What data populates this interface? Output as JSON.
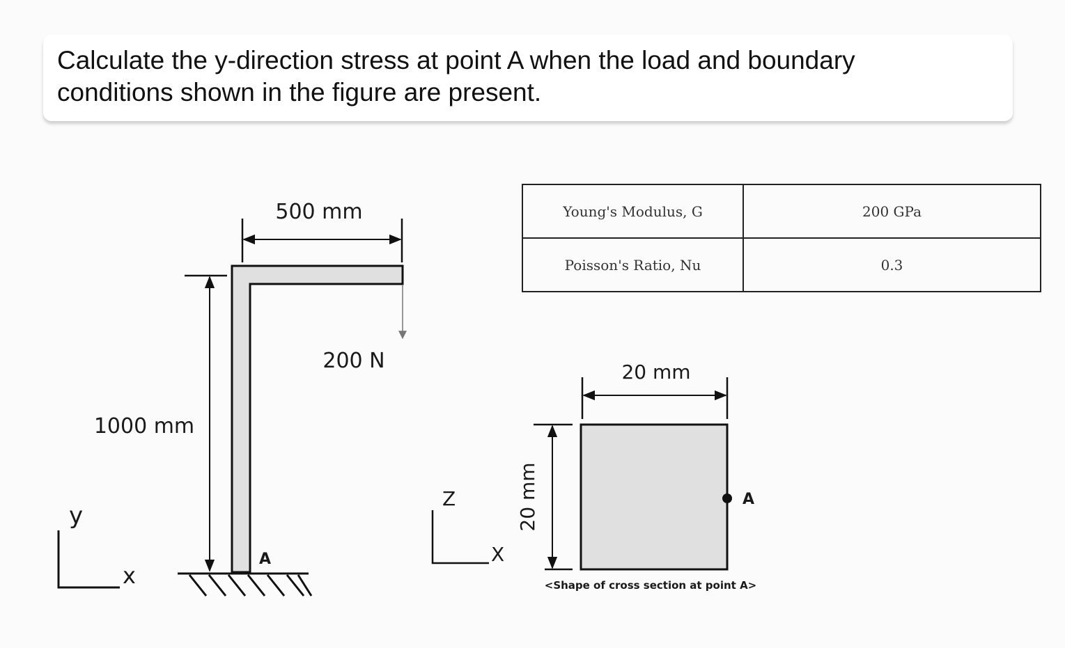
{
  "question": {
    "text": "Calculate the y-direction stress at point A when the load and boundary conditions shown in the figure are present."
  },
  "frame_figure": {
    "horizontal_length": "500 mm",
    "vertical_length": "1000 mm",
    "load": "200 N",
    "point_label": "A",
    "axes": {
      "vertical": "y",
      "horizontal": "x"
    }
  },
  "properties_table": {
    "rows": [
      {
        "name": "Young's Modulus, G",
        "value": "200 GPa"
      },
      {
        "name": "Poisson's Ratio, Nu",
        "value": "0.3"
      }
    ]
  },
  "cross_section": {
    "width": "20 mm",
    "height": "20 mm",
    "point_label": "A",
    "caption": "<Shape of cross section at point A>",
    "axes": {
      "vertical": "Z",
      "horizontal": "X"
    }
  },
  "colors": {
    "member_fill": "#e0e0e0",
    "stroke": "#111111",
    "load_arrow": "#777777"
  }
}
